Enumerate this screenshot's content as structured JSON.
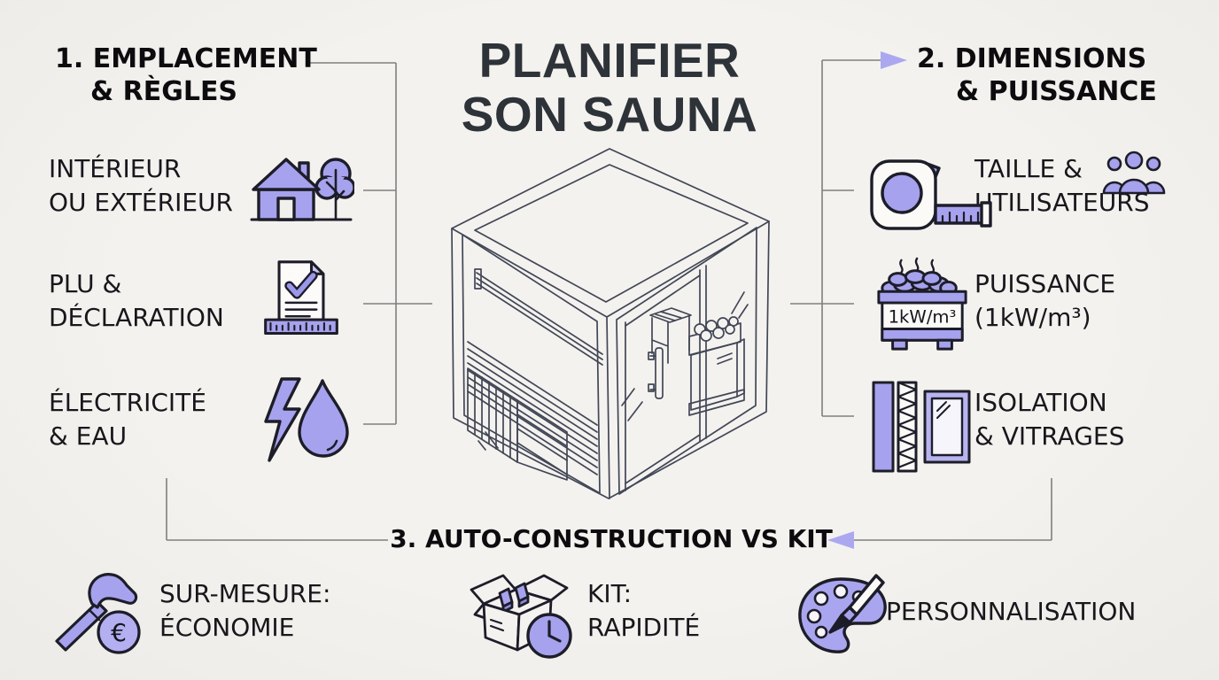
{
  "colors": {
    "background": "#f2f0ed",
    "accent_purple": "#a6a2ed",
    "light_purple": "#c9c6f5",
    "outline": "#1d1d29",
    "connector_gray": "#7f7f7f",
    "title_color": "#2d3338",
    "text_color": "#17171c"
  },
  "title": {
    "line1": "PLANIFIER",
    "line2": "SON SAUNA"
  },
  "illustration": {
    "name": "isometric-sauna-line-drawing"
  },
  "section1": {
    "heading_line1": "1. EMPLACEMENT",
    "heading_line2": "& RÈGLES",
    "items": [
      {
        "line1": "INTÉRIEUR",
        "line2": "OU EXTÉRIEUR",
        "icon": "house-tree-icon"
      },
      {
        "line1": "PLU &",
        "line2": "DÉCLARATION",
        "icon": "document-check-icon"
      },
      {
        "line1": "ÉLECTRICITÉ",
        "line2": "& EAU",
        "icon": "lightning-waterdrop-icon"
      }
    ]
  },
  "section2": {
    "heading_line1": "2. DIMENSIONS",
    "heading_line2": "& PUISSANCE",
    "items": [
      {
        "line1": "TAILLE &",
        "line2": "UTILISATEURS",
        "icon": "tape-measure-icon",
        "inline_icon": "users-icon"
      },
      {
        "line1": "PUISSANCE",
        "line2": "(1kW/m³)",
        "icon": "sauna-heater-icon",
        "icon_label": "1kW/m³"
      },
      {
        "line1": "ISOLATION",
        "line2": "& VITRAGES",
        "icon": "insulation-window-icon"
      }
    ]
  },
  "section3": {
    "heading": "3. AUTO-CONSTRUCTION VS KIT",
    "items": [
      {
        "line1": "SUR-MESURE:",
        "line2": "ÉCONOMIE",
        "icon": "hammer-euro-icon",
        "coin_symbol": "€"
      },
      {
        "line1": "KIT:",
        "line2": "RAPIDITÉ",
        "icon": "kit-box-clock-icon"
      },
      {
        "line1": "PERSONNALISATION",
        "line2": "",
        "icon": "paint-palette-icon"
      }
    ]
  }
}
